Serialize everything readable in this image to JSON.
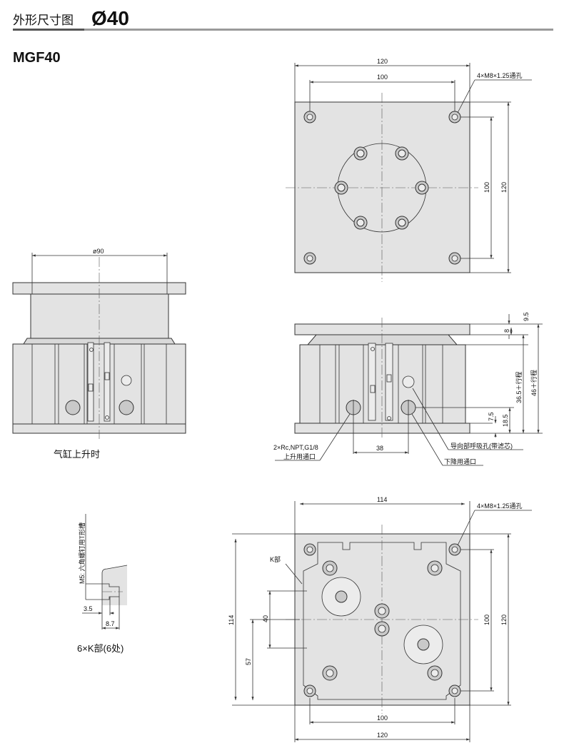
{
  "header": {
    "title": "外形尺寸图",
    "size": "Ø40"
  },
  "model": "MGF40",
  "top_view": {
    "dim_w_outer": "120",
    "dim_w_inner": "100",
    "dim_h_inner": "100",
    "dim_h_outer": "120",
    "hole_note": "4×M8×1.25通孔"
  },
  "raised_view": {
    "dim_dia": "ø90",
    "caption": "气缸上升时"
  },
  "side_view": {
    "dim_9_5": "9.5",
    "dim_8": "8",
    "dim_36_5": "36.5＋行程",
    "dim_46": "46＋行程",
    "dim_7_5": "7.5",
    "dim_18_5": "18.5",
    "dim_38": "38",
    "port_spec": "2×Rc,NPT,G1/8",
    "port_up": "上升用通口",
    "port_down": "下降用通口",
    "breather": "导向部呼吸孔(带滤芯)"
  },
  "k_detail": {
    "note": "M5: 六角螺钉用T形槽",
    "dim_3_5": "3.5",
    "dim_8_7": "8.7",
    "caption": "6×K部(6处)"
  },
  "bottom_view": {
    "dim_114_top": "114",
    "hole_note": "4×M8×1.25通孔",
    "k_label": "K部",
    "dim_114_left": "114",
    "dim_57": "57",
    "dim_40": "40",
    "dim_100_right": "100",
    "dim_120_right": "120",
    "dim_100_bottom": "100",
    "dim_120_bottom": "120"
  }
}
